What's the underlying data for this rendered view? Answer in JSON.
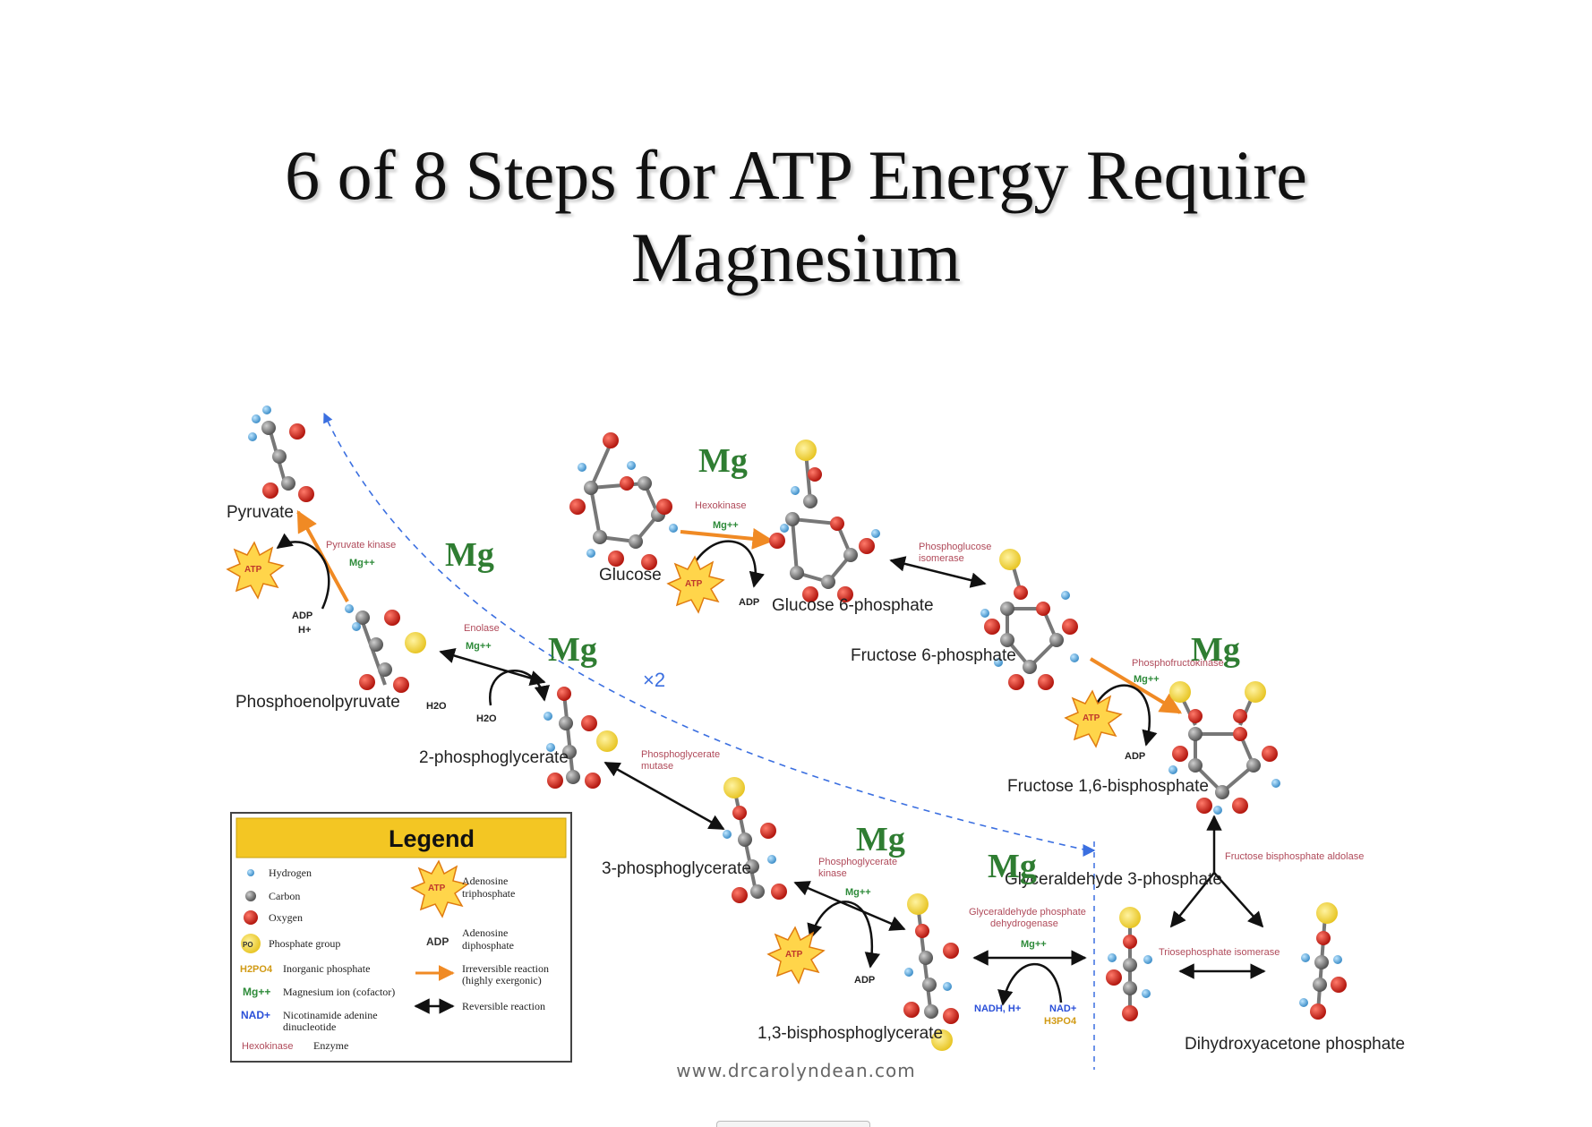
{
  "slide": {
    "title_line1": "6 of 8 Steps for ATP Energy Require",
    "title_line2": "Magnesium",
    "watermark": "www.drcarolyndean.com"
  },
  "molecules": {
    "glucose": "Glucose",
    "glucose_6_phosphate": "Glucose 6-phosphate",
    "fructose_6_phosphate": "Fructose 6-phosphate",
    "fructose_1_6_bisphosphate": "Fructose 1,6-bisphosphate",
    "glyceraldehyde_3_phosphate": "Glyceraldehyde 3-phosphate",
    "dihydroxyacetone_phosphate": "Dihydroxyacetone phosphate",
    "bisphosphoglycerate_1_3": "1,3-bisphosphoglycerate",
    "phosphoglycerate_3": "3-phosphoglycerate",
    "phosphoglycerate_2": "2-phosphoglycerate",
    "phosphoenolpyruvate": "Phosphoenolpyruvate",
    "pyruvate": "Pyruvate"
  },
  "enzymes": {
    "hexokinase": "Hexokinase",
    "phosphoglucose_isomerase_1": "Phosphoglucose",
    "phosphoglucose_isomerase_2": "isomerase",
    "phosphofructokinase": "Phosphofructokinase",
    "fructose_bisphosphate_aldolase": "Fructose bisphosphate aldolase",
    "triosephosphate_isomerase": "Triosephosphate isomerase",
    "g3p_dehydrogenase_1": "Glyceraldehyde phosphate",
    "g3p_dehydrogenase_2": "dehydrogenase",
    "phosphoglycerate_kinase_1": "Phosphoglycerate",
    "phosphoglycerate_kinase_2": "kinase",
    "phosphoglycerate_mutase_1": "Phosphoglycerate",
    "phosphoglycerate_mutase_2": "mutase",
    "enolase": "Enolase",
    "pyruvate_kinase": "Pyruvate kinase"
  },
  "cofactors": {
    "mg_ion": "Mg++",
    "atp": "ATP",
    "adp": "ADP",
    "h_plus": "H+",
    "h2o": "H2O",
    "nadh": "NADH, H+",
    "nad": "NAD+",
    "h3po4": "H3PO4"
  },
  "mg_callouts": [
    "Mg",
    "Mg",
    "Mg",
    "Mg",
    "Mg",
    "Mg"
  ],
  "multiplier": "×2",
  "legend": {
    "title": "Legend",
    "left": [
      {
        "label": "Hydrogen"
      },
      {
        "label": "Carbon"
      },
      {
        "label": "Oxygen"
      },
      {
        "label": "Phosphate group",
        "code": "PO"
      },
      {
        "label": "Inorganic phosphate",
        "code": "H2PO4"
      },
      {
        "label": "Magnesium ion (cofactor)",
        "code": "Mg++"
      },
      {
        "label": "Nicotinamide adenine",
        "label2": "dinucleotide",
        "code": "NAD+"
      },
      {
        "label": "Enzyme",
        "code": "Hexokinase"
      }
    ],
    "right": [
      {
        "label": "Adenosine",
        "label2": "triphosphate",
        "code": "ATP"
      },
      {
        "label": "Adenosine",
        "label2": "diphosphate",
        "code": "ADP"
      },
      {
        "label": "Irreversible reaction",
        "label2": "(highly exergonic)"
      },
      {
        "label": "Reversible reaction"
      }
    ]
  },
  "colors": {
    "mg_green": "#2f7d32",
    "enzyme_red": "#b04a5a",
    "irreversible_orange": "#f08a24",
    "atp_yellow": "#ffd54a",
    "legend_header": "#f3c623",
    "dashed_blue": "#3b6fe0"
  }
}
